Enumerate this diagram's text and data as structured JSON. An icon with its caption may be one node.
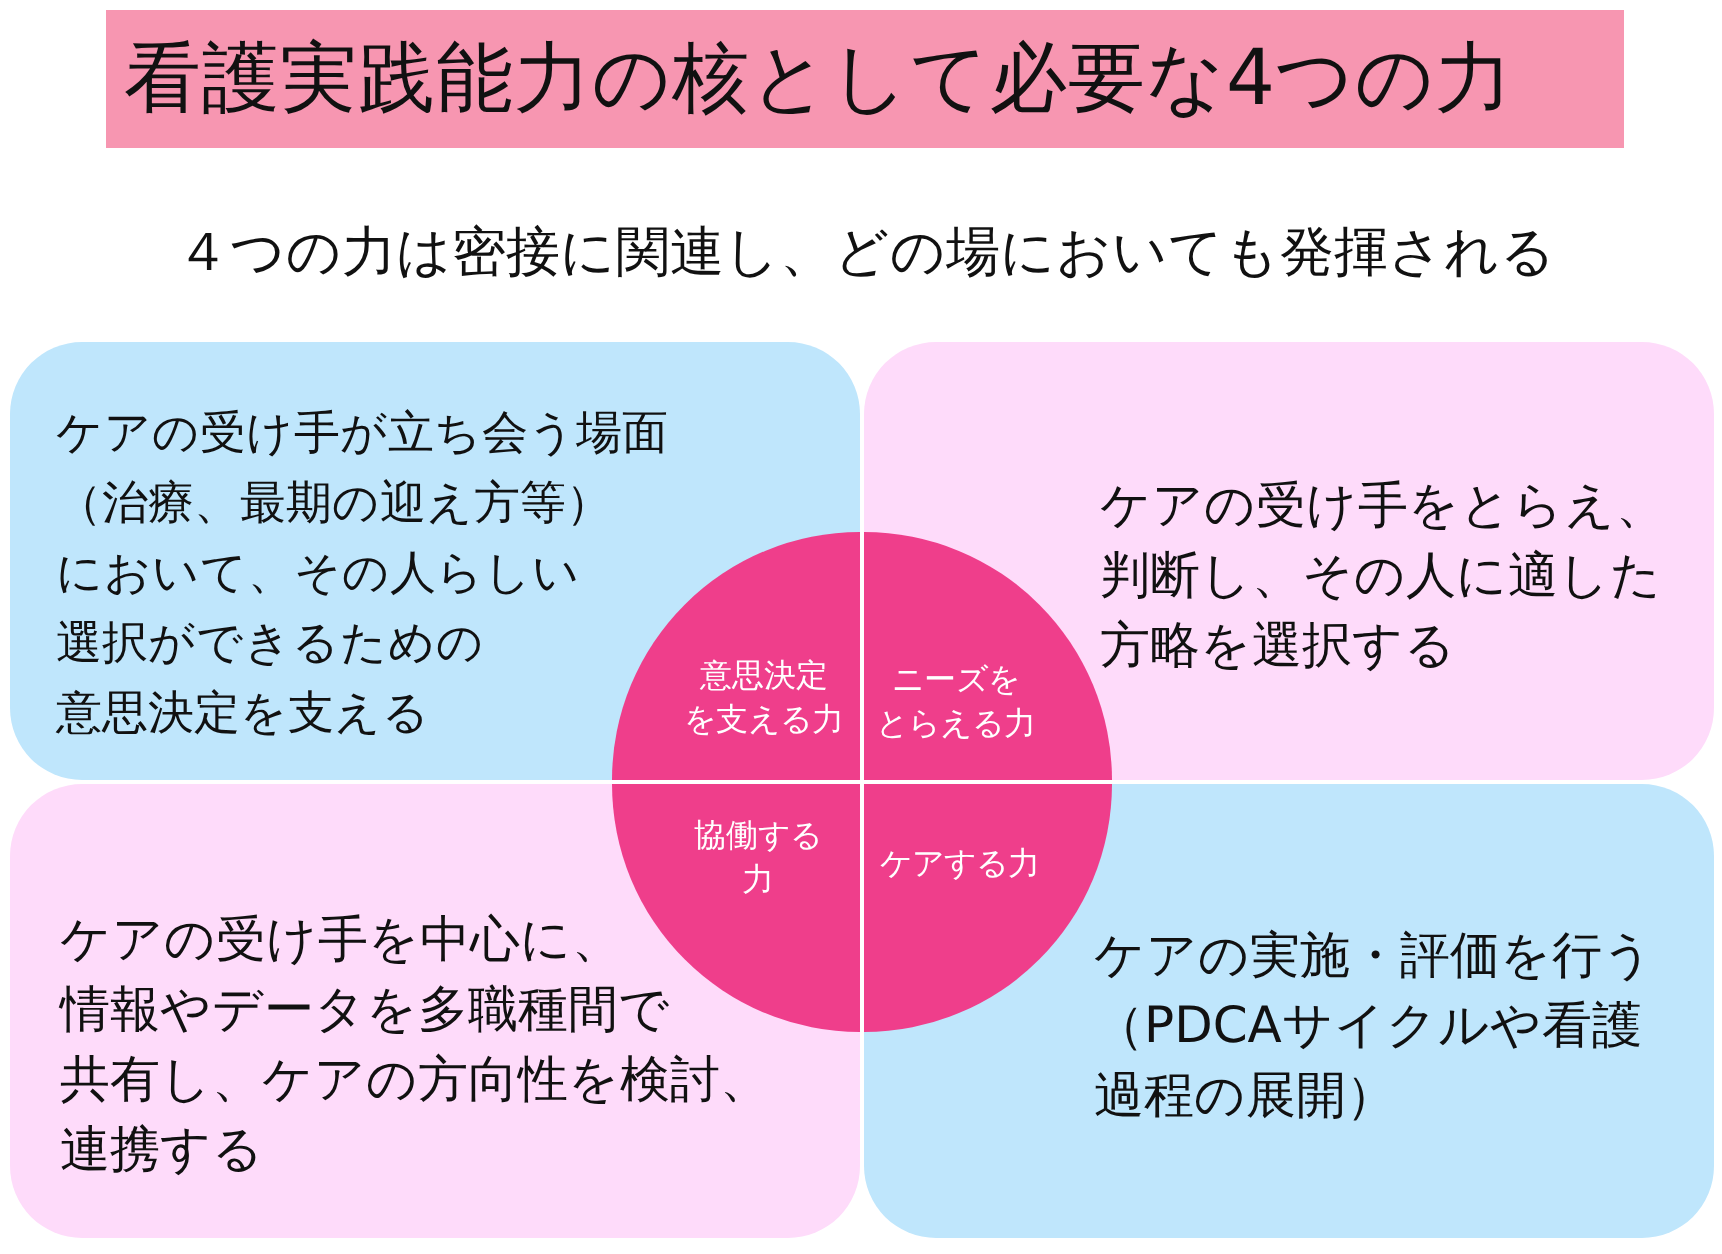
{
  "diagram": {
    "title": "看護実践能力の核として必要な4つの力",
    "nodes": [
      {
        "text": [
          "ケアの受け手が立ち会う場面（治療、最期の迎え方等）において、その人らしい選択ができるための意思決定を支える"
        ]
      },
      {
        "text": [
          "ケアの受け手をとらえ、判断し、その人に適した方略を選択する"
        ]
      },
      {
        "text": [
          "ケアの受け手を中心に、情報やデータを多職種間で共有し、ケアの方向性を検討、連携する"
        ]
      },
      {
        "text": [
          "ケアの実施・評価を行う（PDCAサイクルや看護過程の展開）"
        ]
      },
      {
        "text": [
          "意思決定を支える力"
        ],
        "in": 0
      },
      {
        "text": [
          "ニーズをとらえる力"
        ],
        "in": 1
      },
      {
        "text": [
          "協働する力"
        ],
        "in": 2
      },
      {
        "text": [
          "ケアする力"
        ],
        "in": 3
      }
    ],
    "labels": [
      "４つの力は密接に関連し、どの場においても発揮される"
    ]
  }
}
